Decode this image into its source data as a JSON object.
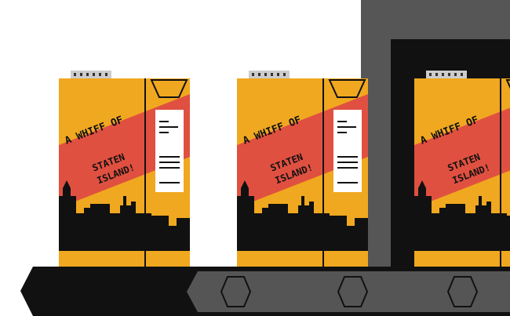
{
  "scene": {
    "description_colors": {
      "background": "#ffffff",
      "belt_dark": "#111111",
      "belt_gray": "#555555",
      "machine_gray": "#565656",
      "carton_orange": "#f0a820",
      "carton_red": "#e05040",
      "skyline_black": "#111111",
      "cap_gray": "#cccccc",
      "label_white": "#ffffff"
    }
  },
  "carton": {
    "line1": "A WHIFF OF",
    "line2": "STATEN",
    "line3": "ISLAND!"
  },
  "cartons": [
    {
      "name": "carton-1"
    },
    {
      "name": "carton-2"
    },
    {
      "name": "carton-3"
    }
  ]
}
